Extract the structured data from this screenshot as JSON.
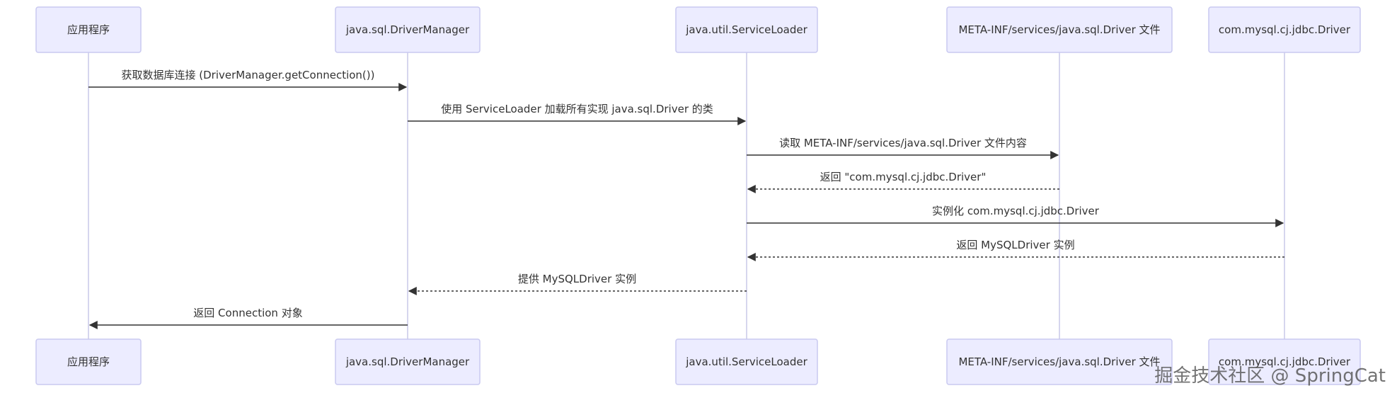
{
  "diagram": {
    "type": "sequence",
    "participants": [
      {
        "id": "app",
        "label": "应用程序"
      },
      {
        "id": "dm",
        "label": "java.sql.DriverManager"
      },
      {
        "id": "sl",
        "label": "java.util.ServiceLoader"
      },
      {
        "id": "mf",
        "label": "META-INF/services/java.sql.Driver 文件"
      },
      {
        "id": "drv",
        "label": "com.mysql.cj.jdbc.Driver"
      }
    ],
    "messages": [
      {
        "from": "app",
        "to": "dm",
        "label": "获取数据库连接 (DriverManager.getConnection())",
        "style": "solid"
      },
      {
        "from": "dm",
        "to": "sl",
        "label": "使用 ServiceLoader 加载所有实现 java.sql.Driver 的类",
        "style": "solid"
      },
      {
        "from": "sl",
        "to": "mf",
        "label": "读取 META-INF/services/java.sql.Driver 文件内容",
        "style": "solid"
      },
      {
        "from": "mf",
        "to": "sl",
        "label": "返回 \"com.mysql.cj.jdbc.Driver\"",
        "style": "dashed"
      },
      {
        "from": "sl",
        "to": "drv",
        "label": "实例化 com.mysql.cj.jdbc.Driver",
        "style": "solid"
      },
      {
        "from": "drv",
        "to": "sl",
        "label": "返回 MySQLDriver 实例",
        "style": "dashed"
      },
      {
        "from": "sl",
        "to": "dm",
        "label": "提供 MySQLDriver 实例",
        "style": "dashed"
      },
      {
        "from": "dm",
        "to": "app",
        "label": "返回 Connection 对象",
        "style": "solid"
      }
    ]
  },
  "watermark": "掘金技术社区 @ SpringCat",
  "colors": {
    "actor_fill": "#ececff",
    "actor_border": "#c9c9f0",
    "lifeline": "#c8c8e8",
    "arrow": "#333333",
    "text": "#333333"
  }
}
